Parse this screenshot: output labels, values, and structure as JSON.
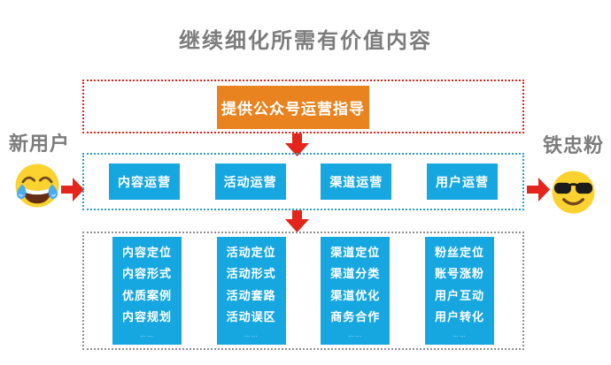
{
  "title": "继续细化所需有价值内容",
  "stage_labels": {
    "left": "新用户",
    "right": "铁忠粉"
  },
  "top_box": {
    "button_label": "提供公众号运营指导"
  },
  "operations": [
    "内容运营",
    "活动运营",
    "渠道运营",
    "用户运营"
  ],
  "detail_columns": [
    {
      "items": [
        "内容定位",
        "内容形式",
        "优质案例",
        "内容规划"
      ],
      "more": "……"
    },
    {
      "items": [
        "活动定位",
        "活动形式",
        "活动套路",
        "活动误区"
      ],
      "more": "……"
    },
    {
      "items": [
        "渠道定位",
        "渠道分类",
        "渠道优化",
        "商务合作"
      ],
      "more": "……"
    },
    {
      "items": [
        "粉丝定位",
        "账号涨粉",
        "用户互动",
        "用户转化"
      ],
      "more": "……"
    }
  ],
  "icons": {
    "left_emoji": "face-with-tears-of-joy",
    "right_emoji": "smiling-face-with-sunglasses",
    "flow_arrow": "red-block-arrow"
  },
  "colors": {
    "accent_red": "#e3251c",
    "accent_orange": "#e8831f",
    "accent_blue": "#17a7e0",
    "border_blue": "#2f9fca",
    "border_gray": "#909090",
    "text_gray": "#7c7c7c"
  }
}
